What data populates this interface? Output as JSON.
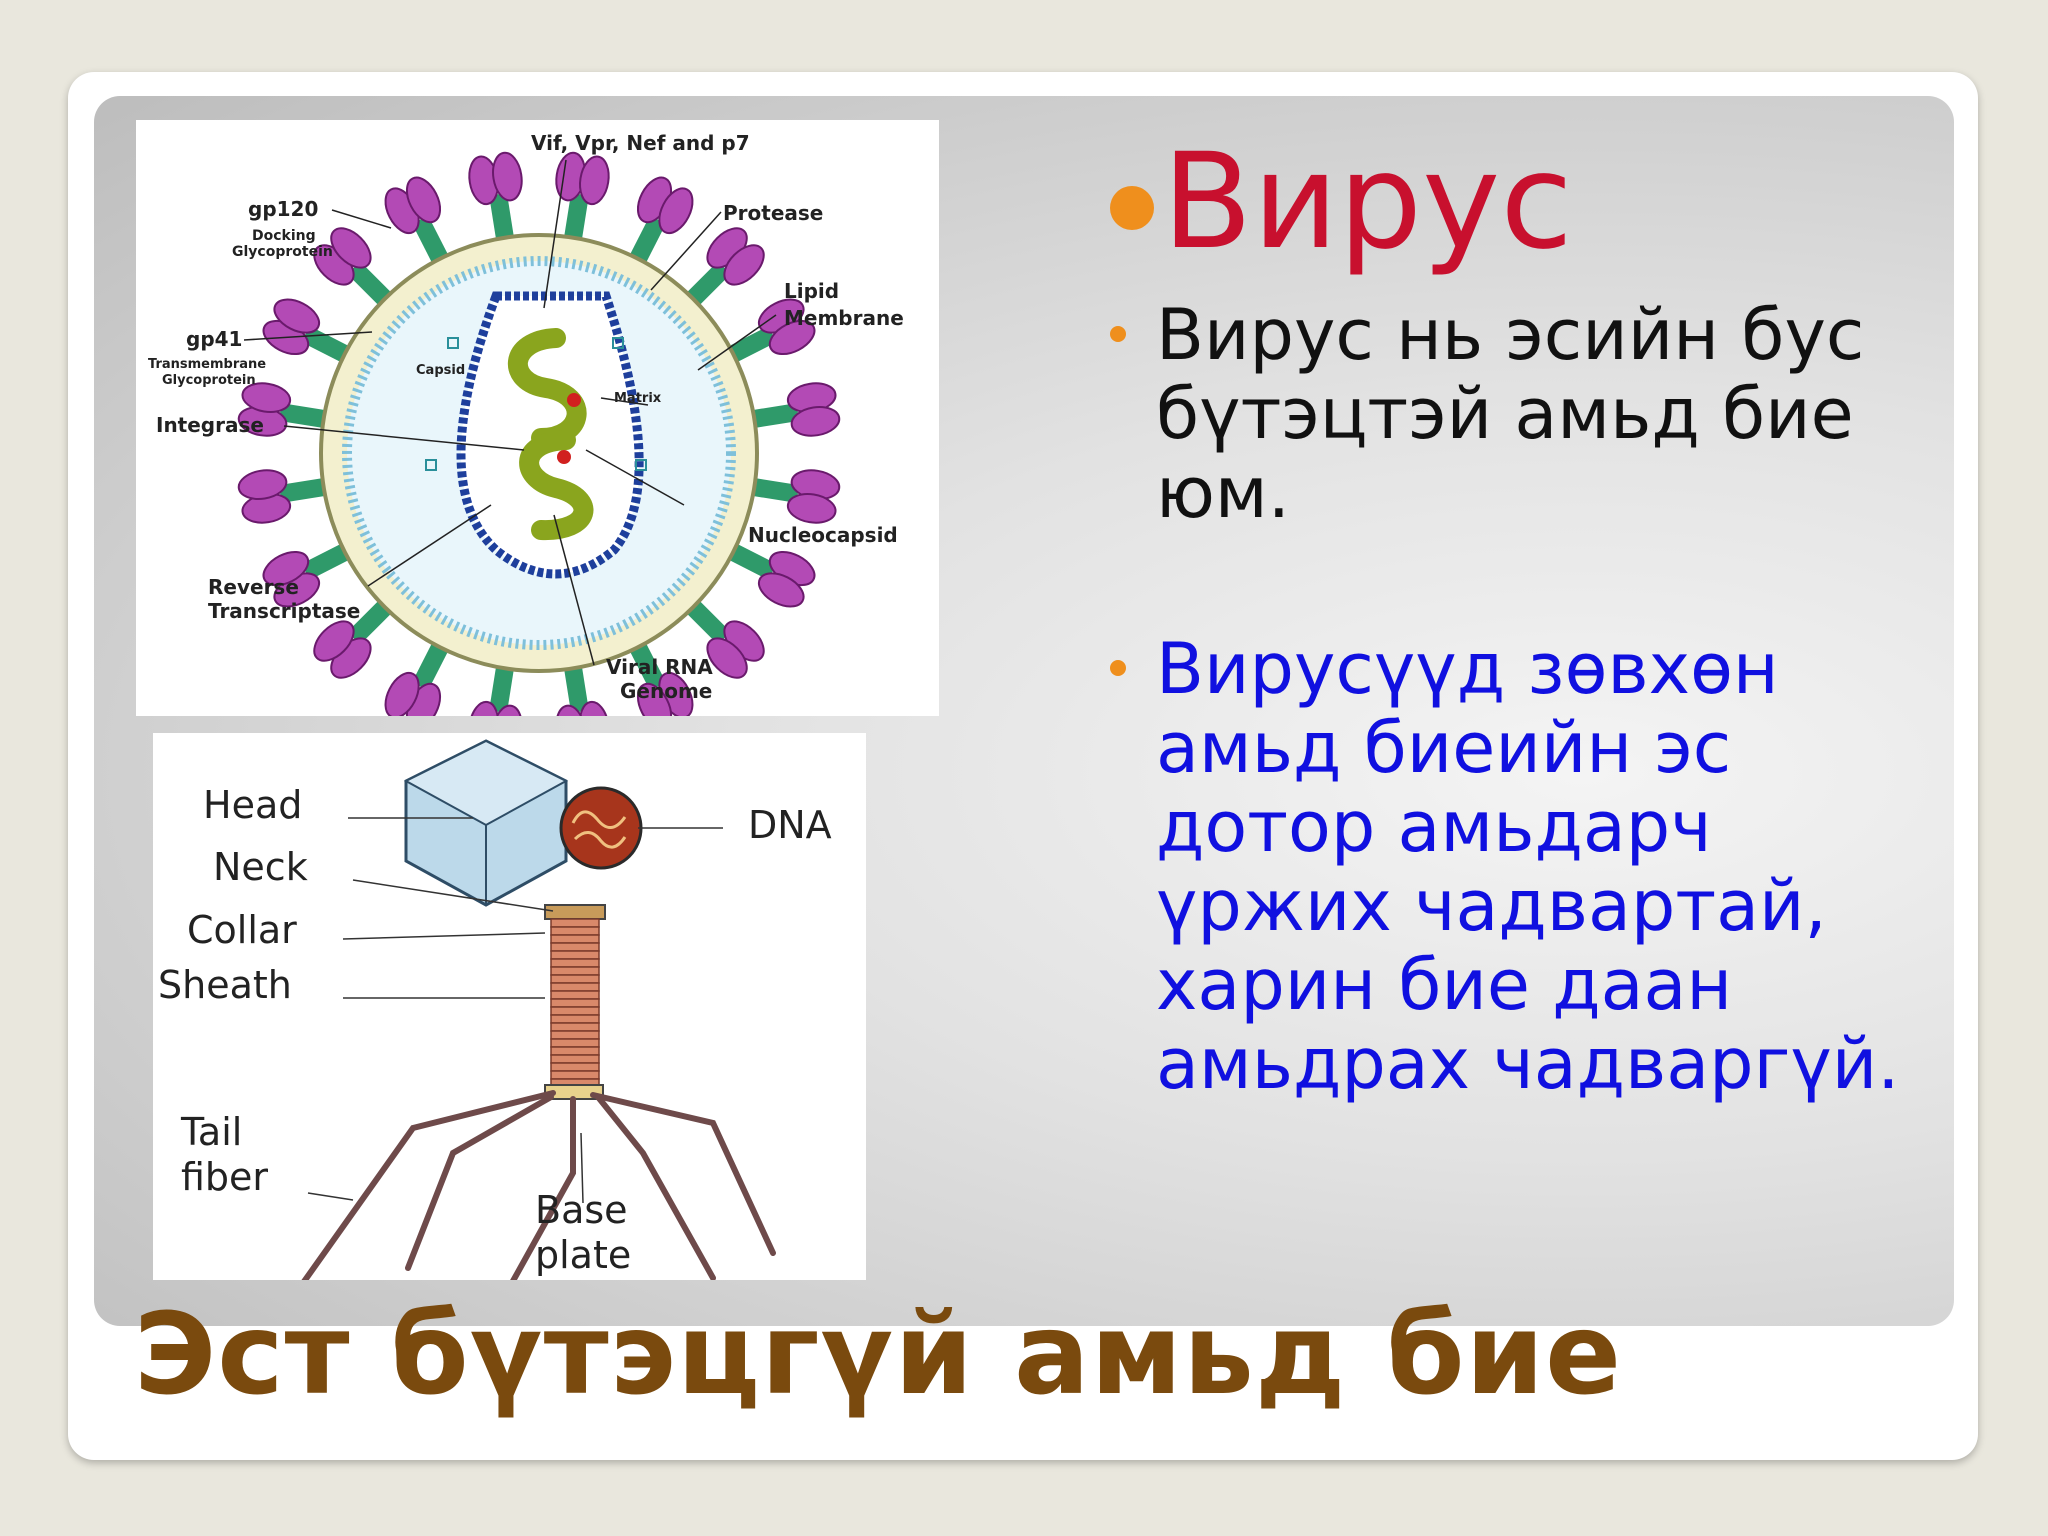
{
  "slide": {
    "heading": "Вирус",
    "bullets": [
      "Вирус нь эсийн бус бүтэцтэй амьд бие юм.",
      "Вирусүүд зөвхөн амьд биеийн эс дотор амьдарч үржих чадвартай, харин бие даан амьдрах чадваргүй."
    ],
    "title": "Эст бүтэцгүй амьд бие",
    "colors": {
      "heading": "#c8102e",
      "bullet_dot": "#ef8f1d",
      "bullet1_text": "#111111",
      "bullet2_text": "#1010e0",
      "title": "#7a4a0e"
    }
  },
  "hiv_diagram": {
    "labels": {
      "vif": "Vif, Vpr, Nef and p7",
      "gp120": "gp120",
      "gp120_sub1": "Docking",
      "gp120_sub2": "Glycoprotein",
      "protease": "Protease",
      "lipid1": "Lipid",
      "lipid2": "Membrane",
      "gp41": "gp41",
      "gp41_sub1": "Transmembrane",
      "gp41_sub2": "Glycoprotein",
      "capsid": "Capsid",
      "matrix": "Matrix",
      "integrase": "Integrase",
      "nucleocapsid": "Nucleocapsid",
      "rt1": "Reverse",
      "rt2": "Transcriptase",
      "rna1": "Viral RNA",
      "rna2": "Genome"
    }
  },
  "phage_diagram": {
    "labels": {
      "head": "Head",
      "neck": "Neck",
      "collar": "Collar",
      "sheath": "Sheath",
      "dna": "DNA",
      "tail1": "Tail",
      "tail2": "fiber",
      "base1": "Base",
      "base2": "plate"
    }
  }
}
